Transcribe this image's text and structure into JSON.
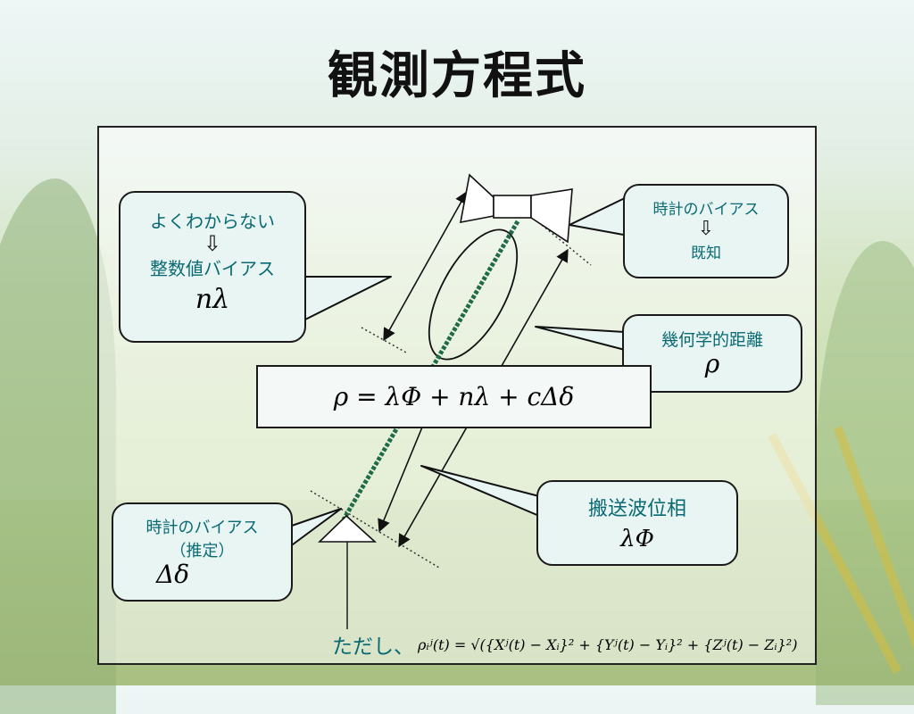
{
  "title": "観測方程式",
  "equation": "ρ = λΦ + nλ + cΔδ",
  "callouts": {
    "integer_bias": {
      "line1": "よくわからない",
      "arrow": "⇩",
      "line2": "整数値バイアス",
      "symbol": "nλ"
    },
    "clock_bias_satellite": {
      "line1": "時計のバイアス",
      "arrow": "⇩",
      "line2": "既知"
    },
    "geometric_distance": {
      "line1": "幾何学的距離",
      "symbol": "ρ"
    },
    "carrier_phase": {
      "line1": "搬送波位相",
      "symbol": "λΦ"
    },
    "clock_bias_receiver": {
      "line1": "時計のバイアス",
      "line2": "（推定）",
      "symbol": "Δδ"
    }
  },
  "footer": {
    "lead": "ただし、",
    "formula": "ρᵢʲ(t) = √({Xʲ(t) − Xᵢ}² + {Yʲ(t) − Yᵢ}² + {Zʲ(t) − Zᵢ}²)"
  },
  "colors": {
    "text_teal": "#0a6a73",
    "callout_bg": "#e8f5f3",
    "wave_green": "#1f6b47"
  },
  "icons": {
    "satellite": "satellite-icon",
    "receiver": "receiver-triangle-icon"
  }
}
